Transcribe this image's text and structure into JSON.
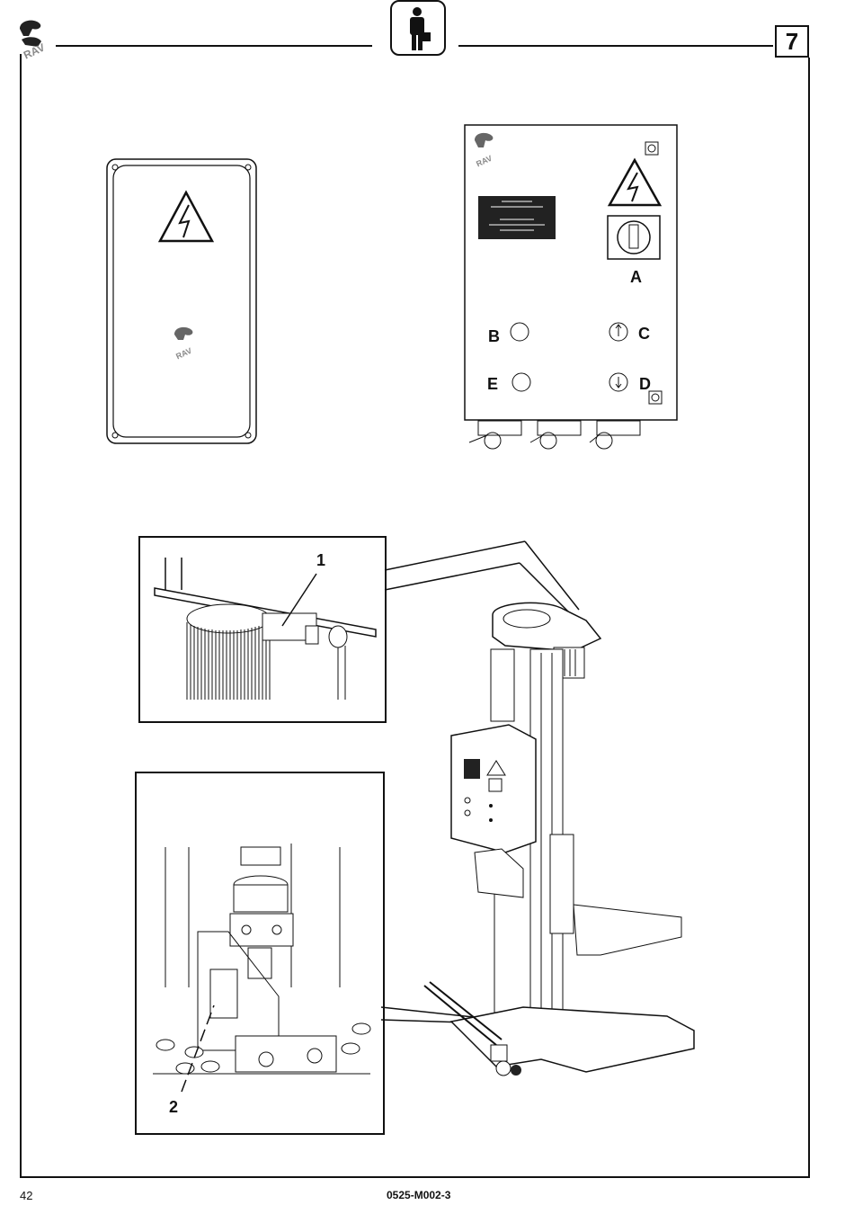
{
  "header": {
    "chapter_number": "7",
    "logo_text": "RAV",
    "section_icon": "operator-figure-icon"
  },
  "figure_panel_top_right": {
    "labels": {
      "A": "A",
      "B": "B",
      "C": "C",
      "D": "D",
      "E": "E"
    }
  },
  "figure_detail_callouts": {
    "label_1": "1",
    "label_2": "2"
  },
  "footer": {
    "page_number": "42",
    "document_code": "0525-M002-3"
  },
  "colors": {
    "line": "#111111",
    "display": "#222222"
  }
}
